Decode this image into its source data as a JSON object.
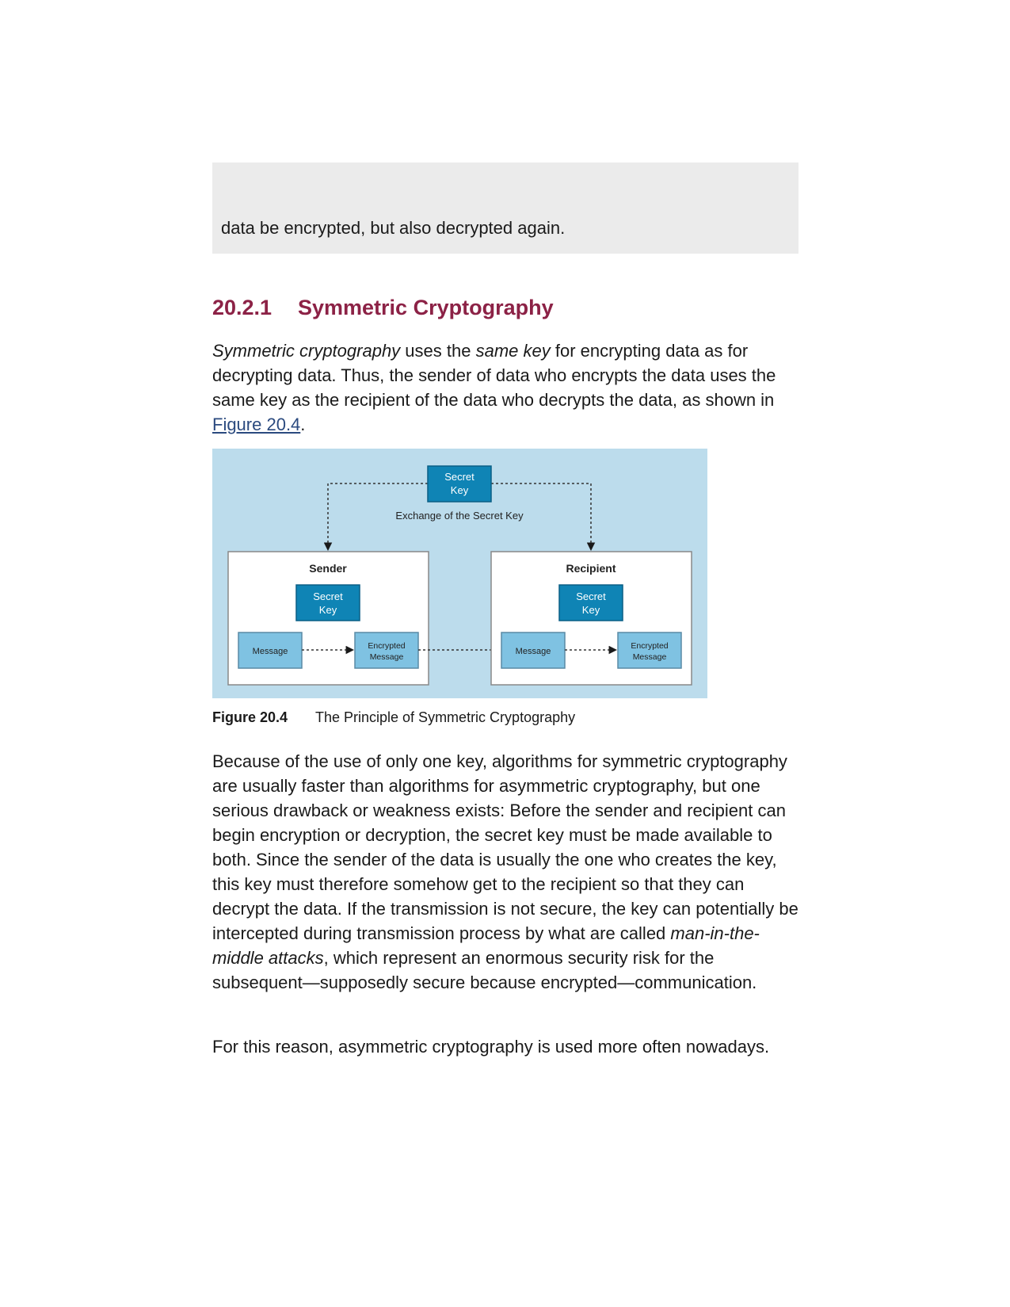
{
  "note_box": {
    "text": "data be encrypted, but also decrypted again."
  },
  "section": {
    "number": "20.2.1",
    "title": "Symmetric Cryptography"
  },
  "paragraph1": {
    "em1": "Symmetric cryptography",
    "t1": " uses the ",
    "em2": "same key",
    "t2": " for encrypting data as for decrypting data. Thus, the sender of data who encrypts the data uses the same key as the recipient of the data who decrypts the data, as shown in ",
    "link": "Figure 20.4",
    "t3": "."
  },
  "figure": {
    "top_key_line1": "Secret",
    "top_key_line2": "Key",
    "exchange_label": "Exchange of the Secret Key",
    "sender_title": "Sender",
    "recipient_title": "Recipient",
    "key_line1": "Secret",
    "key_line2": "Key",
    "message": "Message",
    "encrypted_line1": "Encrypted",
    "encrypted_line2": "Message",
    "colors": {
      "background": "#bcdcec",
      "key_box": "#0f84b5",
      "message_box": "#7fc2e2"
    }
  },
  "caption": {
    "label": "Figure 20.4",
    "text": "The Principle of Symmetric Cryptography"
  },
  "paragraph2": {
    "t1": "Because of the use of only one key, algorithms for symmetric cryptography are usually faster than algorithms for asymmetric cryptography, but one serious drawback or weakness exists: Before the sender and recipient can begin encryption or decryption, the secret key must be made available to both. Since the sender of the data is usually the one who creates the key, this key must therefore somehow get to the recipient so that they can decrypt the data. If the transmission is not secure, the key can potentially be intercepted during transmission process by what are called ",
    "em": "man-in-the-middle attacks",
    "t2": ", which represent an enormous security risk for the subsequent—supposedly secure because encrypted—communication."
  },
  "paragraph3": {
    "text": "For this reason, asymmetric cryptography is used more often nowadays."
  }
}
